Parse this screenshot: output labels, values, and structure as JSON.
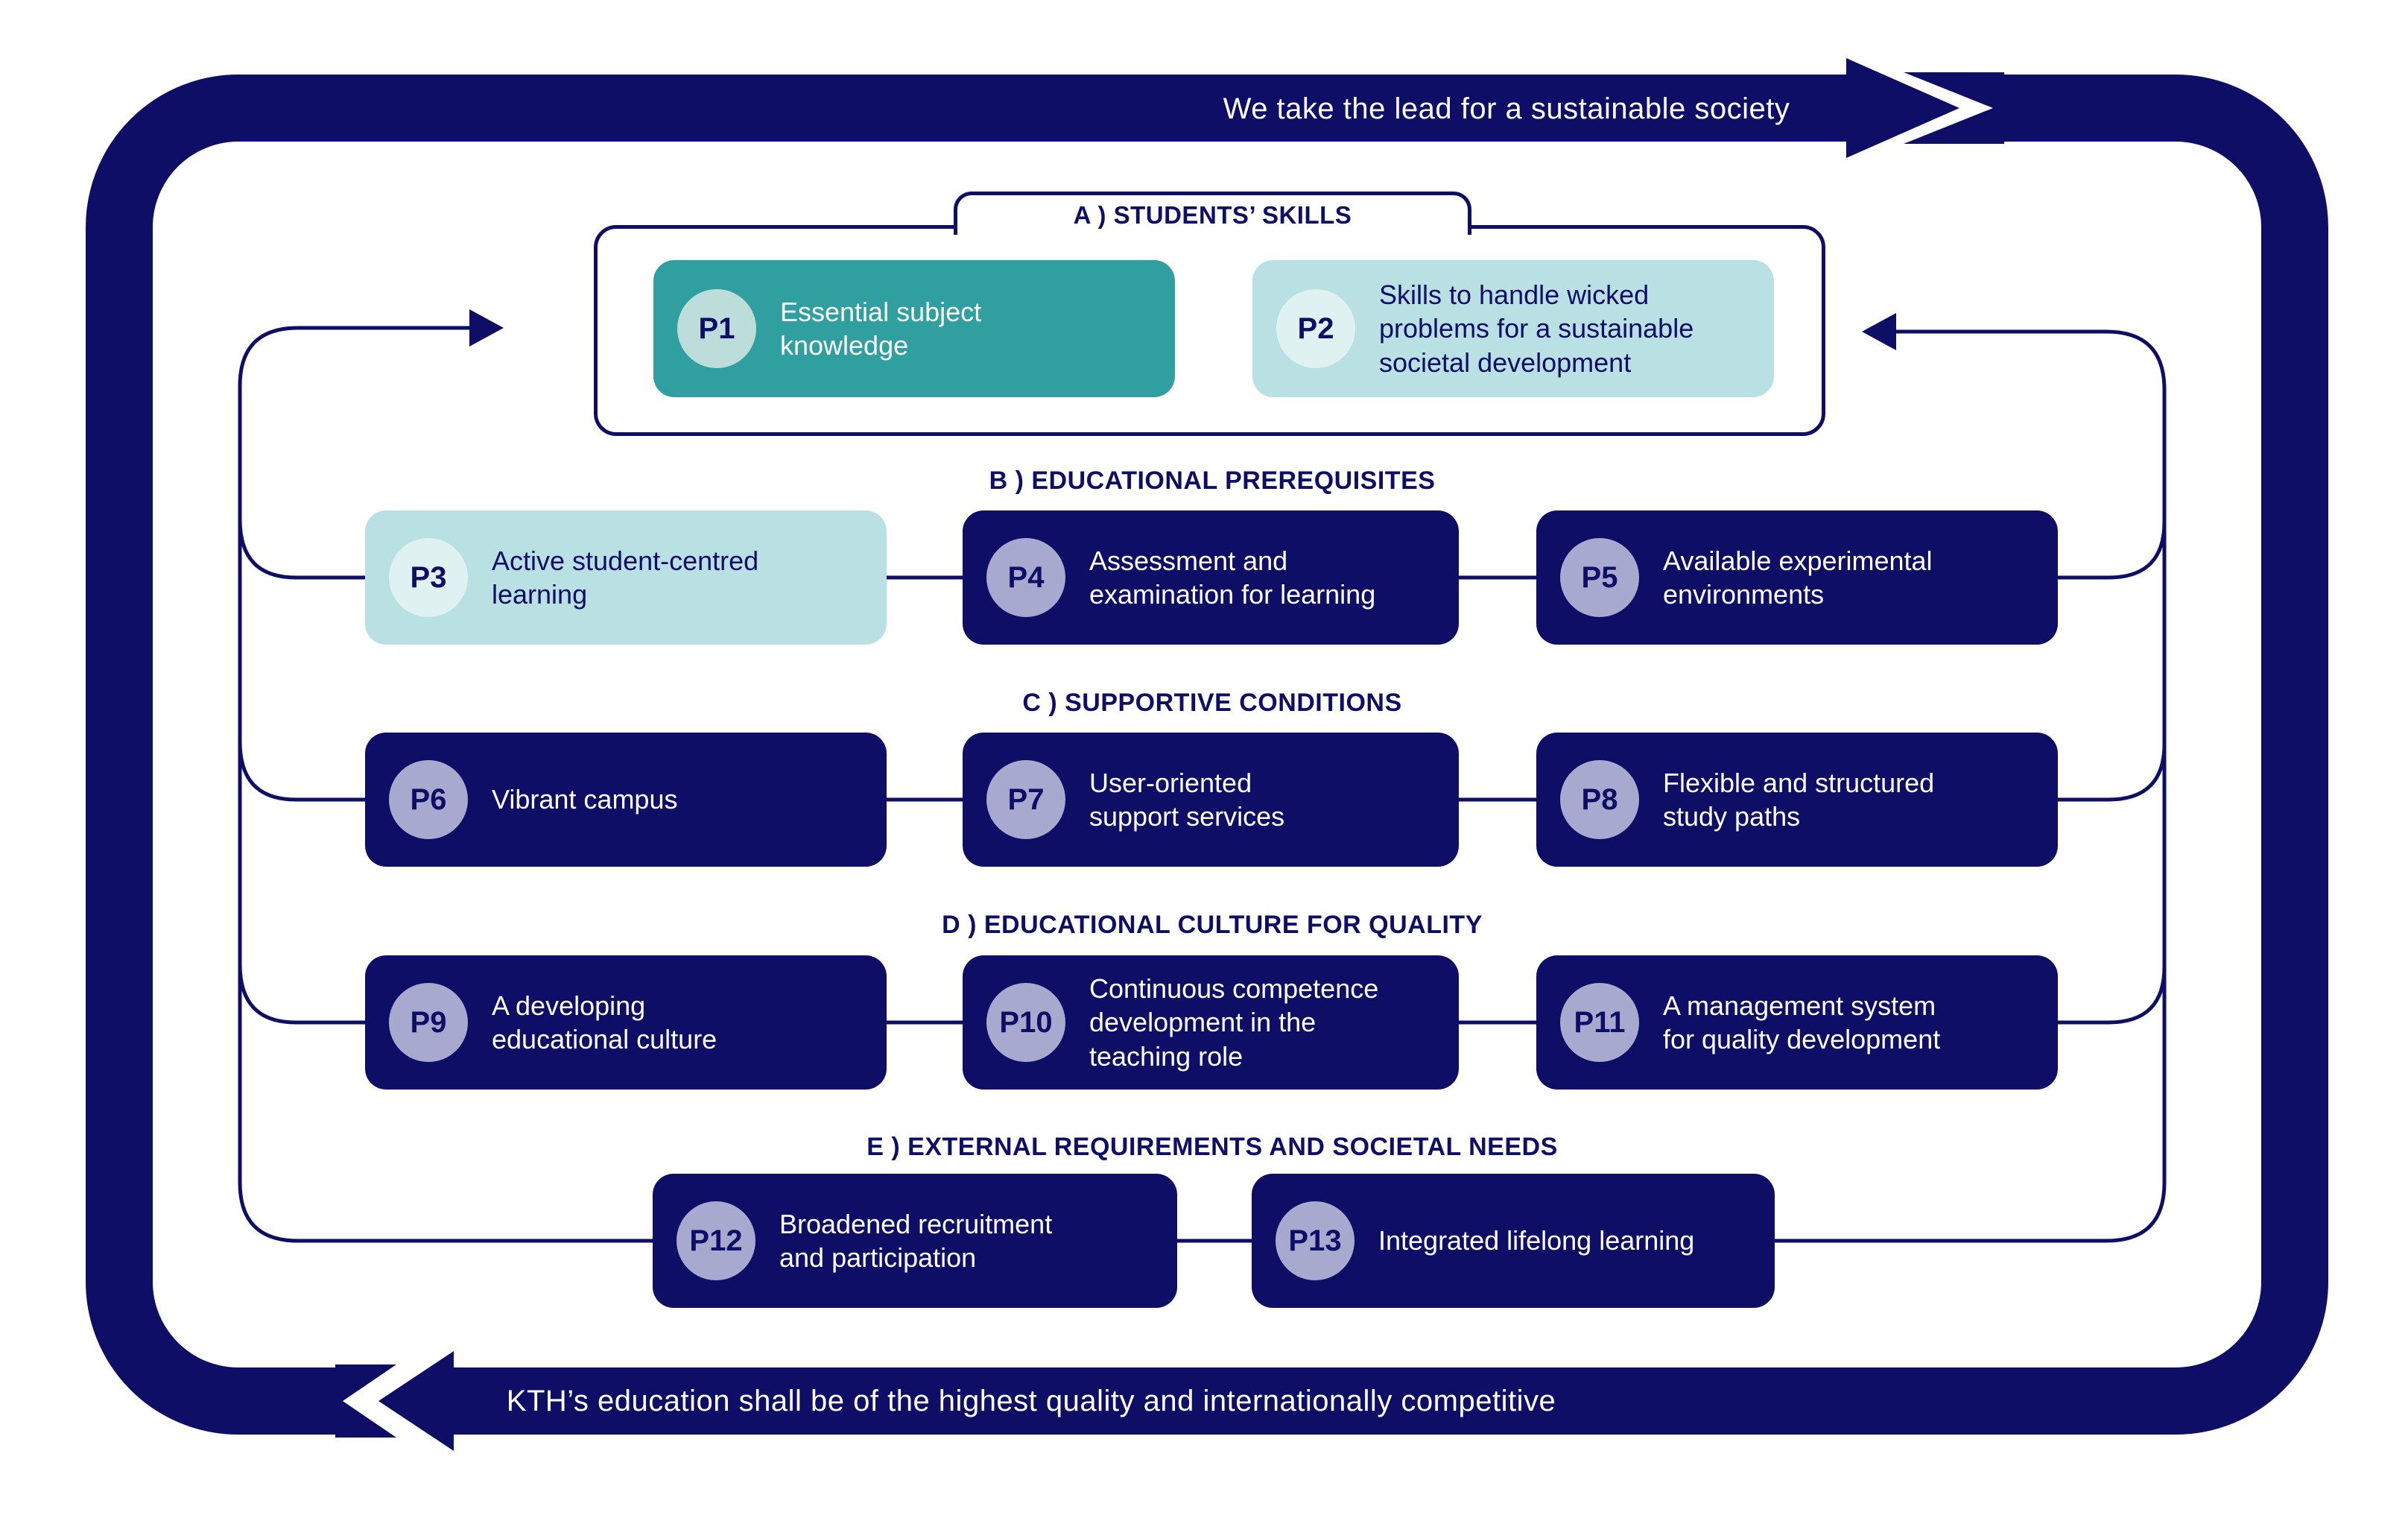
{
  "banners": {
    "top": "We take the lead for a sustainable society",
    "bottom": "KTH’s education shall be of the highest quality and internationally competitive"
  },
  "sections": {
    "a": {
      "label": "A ) STUDENTS’ SKILLS"
    },
    "b": {
      "label": "B ) EDUCATIONAL PREREQUISITES"
    },
    "c": {
      "label": "C ) SUPPORTIVE CONDITIONS"
    },
    "d": {
      "label": "D ) EDUCATIONAL CULTURE FOR QUALITY"
    },
    "e": {
      "label": "E ) EXTERNAL REQUIREMENTS AND SOCIETAL NEEDS"
    }
  },
  "boxes": {
    "p1": {
      "id": "P1",
      "text": "Essential subject\nknowledge"
    },
    "p2": {
      "id": "P2",
      "text": "Skills to handle wicked\nproblems for a sustainable\nsocietal development"
    },
    "p3": {
      "id": "P3",
      "text": "Active student-centred\nlearning"
    },
    "p4": {
      "id": "P4",
      "text": "Assessment and\nexamination for learning"
    },
    "p5": {
      "id": "P5",
      "text": "Available experimental\nenvironments"
    },
    "p6": {
      "id": "P6",
      "text": "Vibrant campus"
    },
    "p7": {
      "id": "P7",
      "text": "User-oriented\nsupport services"
    },
    "p8": {
      "id": "P8",
      "text": "Flexible and structured\nstudy paths"
    },
    "p9": {
      "id": "P9",
      "text": "A developing\neducational culture"
    },
    "p10": {
      "id": "P10",
      "text": "Continuous competence\ndevelopment in the\nteaching role"
    },
    "p11": {
      "id": "P11",
      "text": "A management system\nfor quality development"
    },
    "p12": {
      "id": "P12",
      "text": "Broadened recruitment\nand participation"
    },
    "p13": {
      "id": "P13",
      "text": "Integrated lifelong learning"
    }
  },
  "colors": {
    "navy": "#0e0e66",
    "teal": "#2f9f9f",
    "light_cyan": "#b9e0e3",
    "circle_lavender": "#a7a9cf",
    "circle_pale": "#dff1f1",
    "white": "#ffffff"
  }
}
